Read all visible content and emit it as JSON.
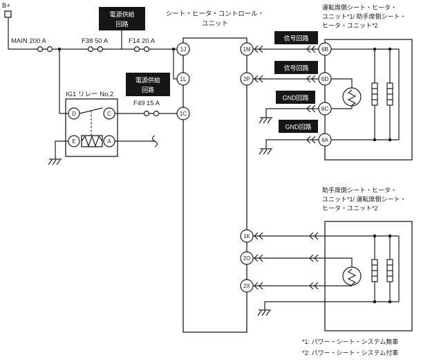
{
  "power": {
    "battery": "B+",
    "fuse_main": "MAIN 200 A",
    "fuse_f38": "F38 50 A",
    "fuse_f14": "F14 20 A",
    "fuse_f49": "F49 15 A"
  },
  "labels": {
    "supply1_line1": "電源供給",
    "supply1_line2": "回路",
    "supply2_line1": "電源供給",
    "supply2_line2": "回路",
    "signal1": "信号回路",
    "signal2": "信号回路",
    "gnd1": "GND回路",
    "gnd2": "GND回路"
  },
  "relay": {
    "title": "IG1 リレー No.2",
    "t_d": "D",
    "t_c": "C",
    "t_e": "E",
    "t_a": "A"
  },
  "control_unit": {
    "title1": "シート・ヒータ・コントロール・",
    "title2": "ユニット",
    "pin_1j": "1J",
    "pin_1l": "1L",
    "pin_1c": "1C",
    "pin_1m": "1M",
    "pin_2p": "2P",
    "pin_1k": "1K",
    "pin_2o": "2O",
    "pin_2x": "2X"
  },
  "heater_top": {
    "title1": "運転席側シート・ヒータ・",
    "title2": "ユニット*1/ 助手席側シート・",
    "title3": "ヒータ・ユニット*2",
    "pin_6b": "6B",
    "pin_6d": "6D",
    "pin_6c": "6C",
    "pin_6a": "6A"
  },
  "heater_bottom": {
    "title1": "助手席側シート・ヒータ・",
    "title2": "ユニット*1/ 運転席側シート・",
    "title3": "ヒータ・ユニット*2"
  },
  "footnotes": {
    "note1": "*1: パワー・シート・システム無車",
    "note2": "*2: パワー・シート・システム付車"
  },
  "colors": {
    "line": "#1a1a1a",
    "label_box_bg": "#161616",
    "label_box_text": "#ffffff",
    "background": "#ffffff"
  }
}
